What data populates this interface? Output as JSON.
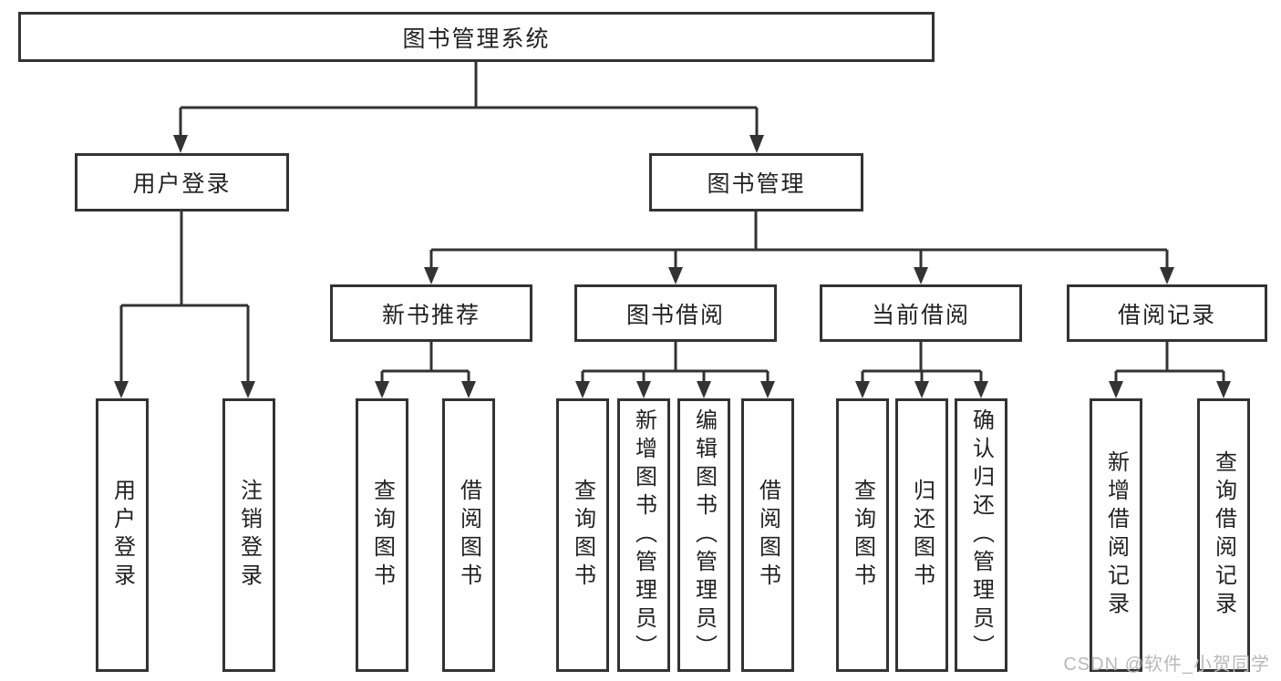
{
  "diagram": {
    "title_node": {
      "label": "图书管理系统"
    },
    "level2": {
      "user_login": {
        "label": "用户登录"
      },
      "book_management": {
        "label": "图书管理"
      }
    },
    "level3": {
      "new_book_recommend": {
        "label": "新书推荐"
      },
      "book_borrow": {
        "label": "图书借阅"
      },
      "current_borrow": {
        "label": "当前借阅"
      },
      "borrow_records": {
        "label": "借阅记录"
      }
    },
    "leaves": {
      "user_login_group": [
        "用户登录",
        "注销登录"
      ],
      "new_book_group": [
        "查询图书",
        "借阅图书"
      ],
      "book_borrow_group": [
        "查询图书",
        "新增图书（管理员）",
        "编辑图书（管理员）",
        "借阅图书"
      ],
      "current_borrow_group": [
        "查询图书",
        "归还图书",
        "确认归还（管理员）"
      ],
      "borrow_records_group": [
        "新增借阅记录",
        "查询借阅记录"
      ]
    },
    "colors": {
      "line": "#333333",
      "text": "#222222",
      "watermark": "#b9b9bb",
      "background": "#ffffff"
    }
  },
  "watermark": {
    "text": "CSDN @软件_小贺同学"
  }
}
